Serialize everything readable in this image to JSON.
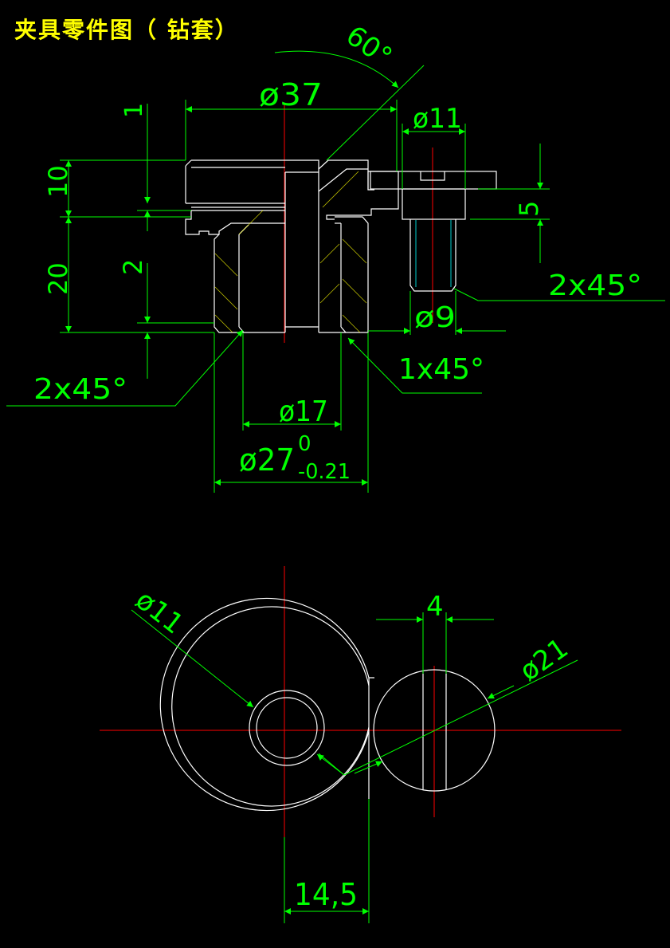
{
  "title": "夹具零件图（  钻套）",
  "colors": {
    "background": "#000000",
    "outline": "#ffffff",
    "dimension": "#00ff00",
    "arrow": "#00ff00",
    "centerline": "#ff0000",
    "title": "#ffff00",
    "thread": "#00ffff",
    "hatch": "#ffff00"
  },
  "dimensions": {
    "angle": "60°",
    "dia37": "ø37",
    "dia11_top": "ø11",
    "len1": "1",
    "len10": "10",
    "len20": "20",
    "len2": "2",
    "len5": "5",
    "chamfer_right": "2x45°",
    "dia9": "ø9",
    "chamfer_mid": "1x45°",
    "chamfer_left": "2x45°",
    "dia17": "ø17",
    "dia27_base": "ø27",
    "dia27_upper_tol": "0",
    "dia27_lower_tol": "-0.21",
    "dia11_plan": "ø11",
    "width4": "4",
    "dia21": "ø21",
    "offset14_5": "14,5"
  }
}
